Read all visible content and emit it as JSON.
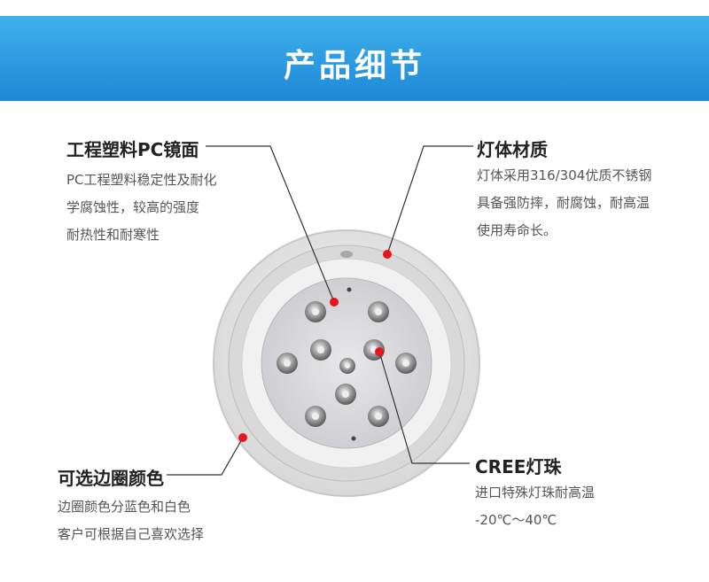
{
  "banner": {
    "title": "产品细节"
  },
  "callouts": {
    "material": {
      "title": "工程塑料PC镜面",
      "lines": [
        "PC工程塑料稳定性及耐化",
        "学腐蚀性，较高的强度",
        "耐热性和耐寒性"
      ]
    },
    "body": {
      "title": "灯体材质",
      "lines": [
        "灯体采用316/304优质不锈钢",
        "具备强防摔，耐腐蚀，耐高温",
        "使用寿命长。"
      ]
    },
    "ring": {
      "title": "可选边圈颜色",
      "lines": [
        "边圈颜色分蓝色和白色",
        "客户可根据自己喜欢选择"
      ]
    },
    "led": {
      "title": "CREE灯珠",
      "lines": [
        "进口特殊灯珠耐高温",
        "-20℃～40℃"
      ]
    }
  },
  "colors": {
    "banner": "#2a98e0",
    "marker": "#e8141e"
  }
}
